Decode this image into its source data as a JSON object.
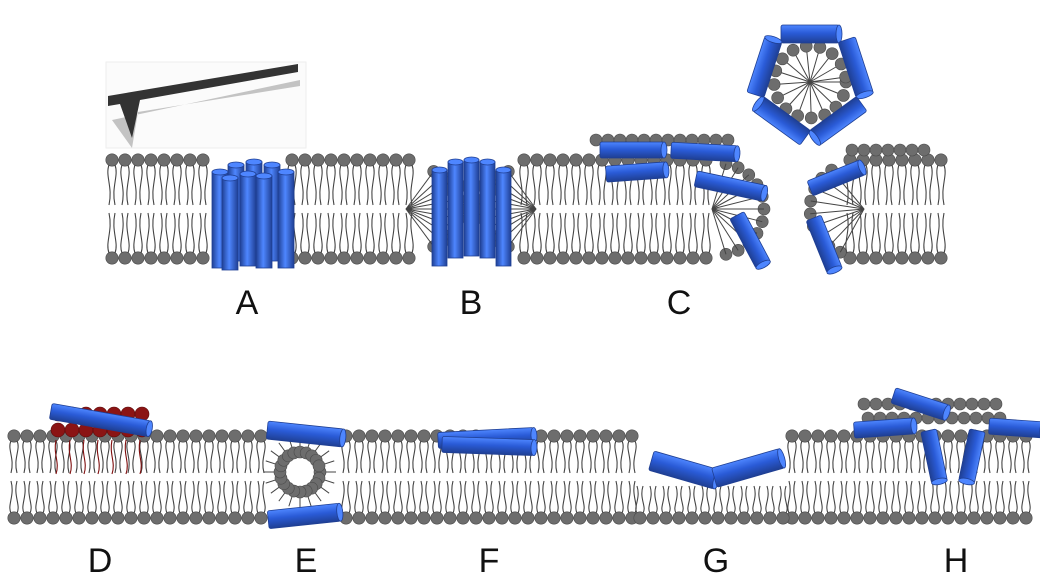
{
  "colors": {
    "peptide": "#2a5bd7",
    "peptide_dark": "#1f3f93",
    "peptide_light": "#4e86ff",
    "head": "#6d6d6d",
    "head_dark": "#4b4b4b",
    "tail": "#444444",
    "red_peptide": "#7e0c0c",
    "red_head": "#8b1414",
    "background": "#ffffff",
    "afm_tip": "#333333",
    "afm_shadow": "#bdbdbd"
  },
  "icons": {
    "afm": "afm-tip-icon"
  },
  "panels": [
    {
      "id": "A",
      "label": "A"
    },
    {
      "id": "B",
      "label": "B"
    },
    {
      "id": "C",
      "label": "C"
    },
    {
      "id": "D",
      "label": "D"
    },
    {
      "id": "E",
      "label": "E"
    },
    {
      "id": "F",
      "label": "F"
    },
    {
      "id": "G",
      "label": "G"
    },
    {
      "id": "H",
      "label": "H"
    }
  ]
}
